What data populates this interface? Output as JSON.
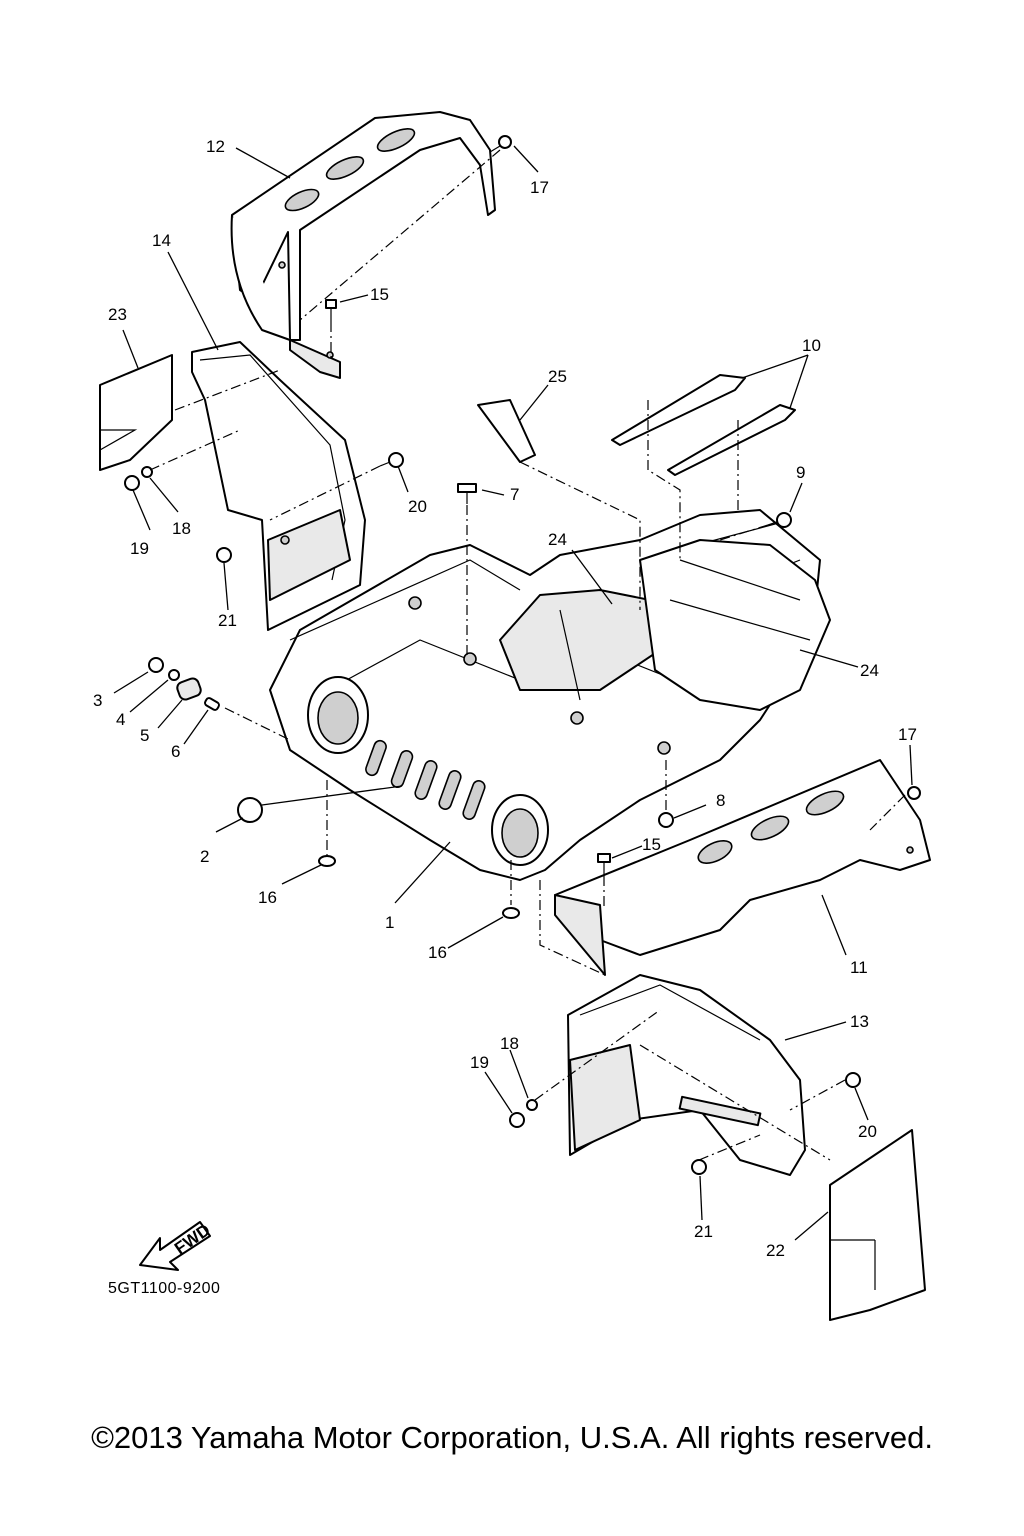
{
  "diagram": {
    "catalog_number": "5GT1100-9200",
    "copyright": "©2013 Yamaha Motor Corporation, U.S.A. All rights reserved.",
    "fwd_label": "FWD",
    "callouts": {
      "c1": "1",
      "c2": "2",
      "c3": "3",
      "c4": "4",
      "c5": "5",
      "c6": "6",
      "c7": "7",
      "c8": "8",
      "c9": "9",
      "c10": "10",
      "c11": "11",
      "c12": "12",
      "c13": "13",
      "c14": "14",
      "c15a": "15",
      "c15b": "15",
      "c16a": "16",
      "c16b": "16",
      "c17a": "17",
      "c17b": "17",
      "c18a": "18",
      "c18b": "18",
      "c19a": "19",
      "c19b": "19",
      "c20a": "20",
      "c20b": "20",
      "c21a": "21",
      "c21b": "21",
      "c22": "22",
      "c23": "23",
      "c24a": "24",
      "c24b": "24",
      "c25": "25"
    }
  }
}
